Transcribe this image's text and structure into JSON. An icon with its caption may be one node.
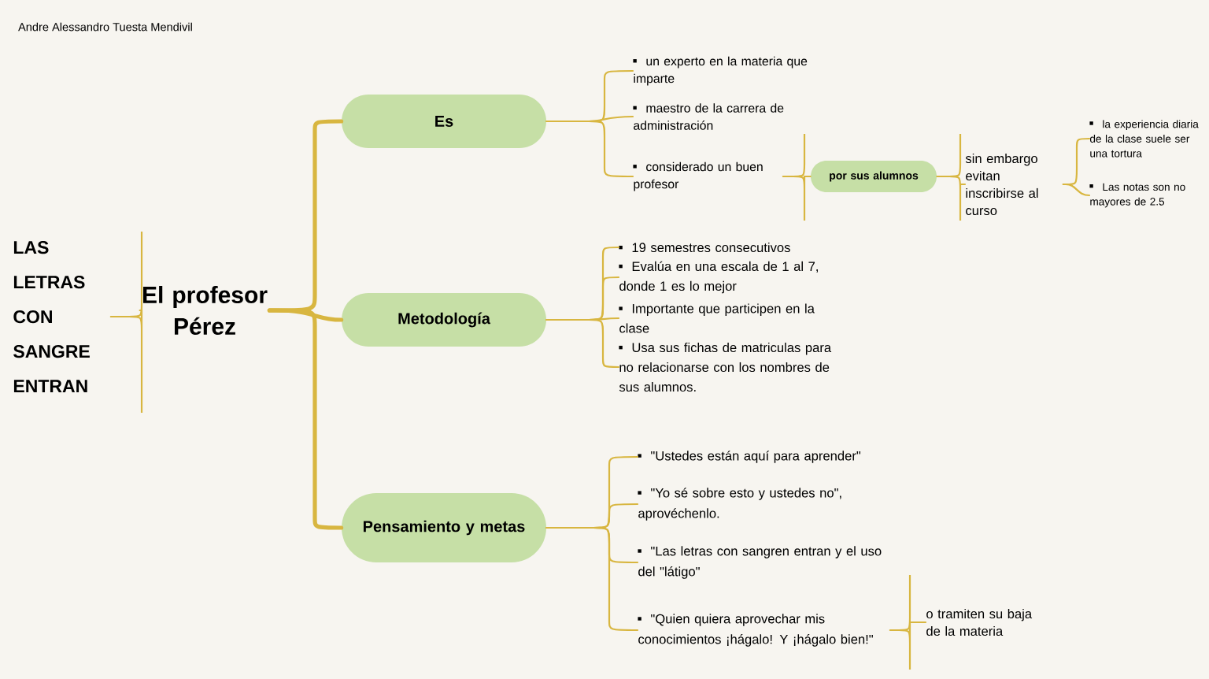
{
  "diagram": {
    "nodes": [
      {
        "text": [
          "LAS LETRAS CON SANGRE ENTRAN"
        ]
      },
      {
        "text": [
          "El profesor Pérez"
        ]
      },
      {
        "text": [
          "Es"
        ]
      },
      {
        "text": [
          "Metodología"
        ]
      },
      {
        "text": [
          "Pensamiento y metas"
        ]
      },
      {
        "text": [
          "un experto en la materia que imparte"
        ]
      },
      {
        "text": [
          "maestro de la carrera de administración"
        ]
      },
      {
        "text": [
          "considerado un buen profesor"
        ]
      },
      {
        "text": [
          "por sus alumnos"
        ]
      },
      {
        "text": [
          "sin embargo evitan inscribirse al curso"
        ]
      },
      {
        "text": [
          "la experiencia diaria de la clase suele ser una tortura"
        ]
      },
      {
        "text": [
          "Las notas son no mayores de 2.5"
        ]
      },
      {
        "text": [
          "19 semestres consecutivos"
        ]
      },
      {
        "text": [
          "Evalúa en una escala de 1 al 7, donde 1 es lo mejor"
        ]
      },
      {
        "text": [
          "Importante que participen en la clase"
        ]
      },
      {
        "text": [
          "Usa sus fichas de matriculas para no relacionarse con los nombres de sus alumnos."
        ]
      },
      {
        "text": [
          "\"Ustedes están aquí para aprender\""
        ]
      },
      {
        "text": [
          "\"Yo sé sobre esto y ustedes no\", aprovéchenlo."
        ]
      },
      {
        "text": [
          "\"Las letras con sangren entran y el uso del \"látigo\""
        ]
      },
      {
        "text": [
          "\"Quien quiera aprovechar mis conocimientos ¡hágalo! Y ¡hágalo bien!\""
        ]
      },
      {
        "text": [
          "o tramiten su baja de la materia"
        ]
      }
    ],
    "edges": [
      {
        "from": 0,
        "to": 1,
        "arrow": "none"
      },
      {
        "from": 1,
        "to": 2,
        "arrow": "none",
        "style": "thick"
      },
      {
        "from": 1,
        "to": 3,
        "arrow": "none",
        "style": "thick"
      },
      {
        "from": 1,
        "to": 4,
        "arrow": "none",
        "style": "thick"
      },
      {
        "from": 2,
        "to": 5,
        "arrow": "none"
      },
      {
        "from": 2,
        "to": 6,
        "arrow": "none"
      },
      {
        "from": 2,
        "to": 7,
        "arrow": "none"
      },
      {
        "from": 7,
        "to": 8,
        "arrow": "none"
      },
      {
        "from": 8,
        "to": 9,
        "arrow": "none"
      },
      {
        "from": 9,
        "to": 10,
        "arrow": "none"
      },
      {
        "from": 9,
        "to": 11,
        "arrow": "none"
      },
      {
        "from": 3,
        "to": 12,
        "arrow": "none"
      },
      {
        "from": 3,
        "to": 13,
        "arrow": "none"
      },
      {
        "from": 3,
        "to": 14,
        "arrow": "none"
      },
      {
        "from": 3,
        "to": 15,
        "arrow": "none"
      },
      {
        "from": 4,
        "to": 16,
        "arrow": "none"
      },
      {
        "from": 4,
        "to": 17,
        "arrow": "none"
      },
      {
        "from": 4,
        "to": 18,
        "arrow": "none"
      },
      {
        "from": 4,
        "to": 19,
        "arrow": "none"
      },
      {
        "from": 19,
        "to": 20,
        "arrow": "none"
      }
    ],
    "labels": [
      "Andre Alessandro Tuesta Mendivil"
    ]
  }
}
